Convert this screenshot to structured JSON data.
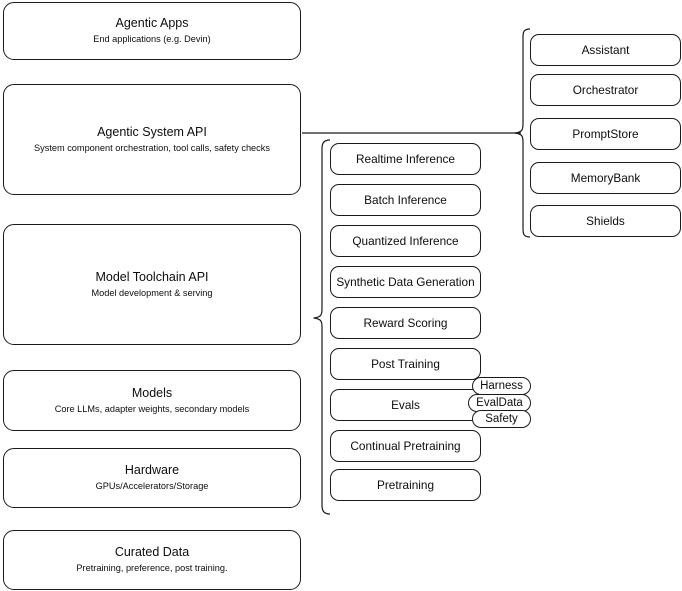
{
  "diagram": {
    "title": "Agentic AI Stack Layer Diagram",
    "background_color": "#ffffff",
    "stroke_color": "#1a1a1a",
    "text_color": "#0d0d0d"
  },
  "layers": [
    {
      "id": "agentic-apps",
      "title": "Agentic Apps",
      "subtitle": "End applications (e.g. Devin)"
    },
    {
      "id": "agentic-system-api",
      "title": "Agentic System API",
      "subtitle": "System component orchestration, tool calls, safety checks"
    },
    {
      "id": "model-toolchain-api",
      "title": "Model Toolchain API",
      "subtitle": "Model development & serving"
    },
    {
      "id": "models",
      "title": "Models",
      "subtitle": "Core LLMs, adapter weights, secondary models"
    },
    {
      "id": "hardware",
      "title": "Hardware",
      "subtitle": "GPUs/Accelerators/Storage"
    },
    {
      "id": "curated-data",
      "title": "Curated Data",
      "subtitle": "Pretraining, preference, post training."
    }
  ],
  "toolchain_components": [
    {
      "id": "realtime-inference",
      "label": "Realtime Inference"
    },
    {
      "id": "batch-inference",
      "label": "Batch Inference"
    },
    {
      "id": "quantized-inference",
      "label": "Quantized Inference"
    },
    {
      "id": "synthetic-data-generation",
      "label": "Synthetic Data Generation"
    },
    {
      "id": "reward-scoring",
      "label": "Reward Scoring"
    },
    {
      "id": "post-training",
      "label": "Post Training"
    },
    {
      "id": "evals",
      "label": "Evals"
    },
    {
      "id": "continual-pretraining",
      "label": "Continual Pretraining"
    },
    {
      "id": "pretraining",
      "label": "Pretraining"
    }
  ],
  "evals_subcomponents": [
    {
      "id": "harness",
      "label": "Harness"
    },
    {
      "id": "evaldata",
      "label": "EvalData"
    },
    {
      "id": "safety",
      "label": "Safety"
    }
  ],
  "system_components": [
    {
      "id": "assistant",
      "label": "Assistant"
    },
    {
      "id": "orchestrator",
      "label": "Orchestrator"
    },
    {
      "id": "promptstore",
      "label": "PromptStore"
    },
    {
      "id": "memorybank",
      "label": "MemoryBank"
    },
    {
      "id": "shields",
      "label": "Shields"
    }
  ]
}
